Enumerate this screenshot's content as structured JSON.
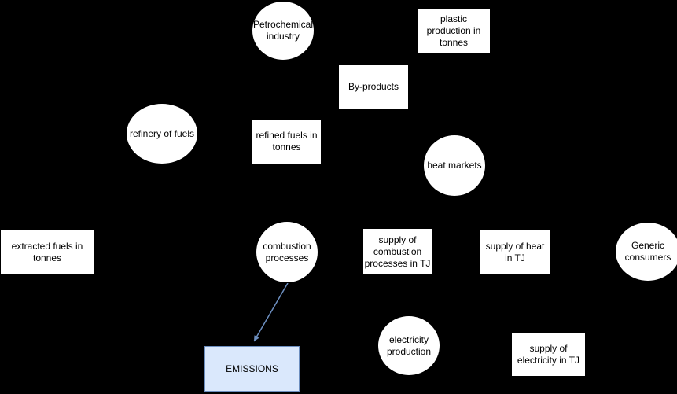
{
  "diagram": {
    "background_color": "#000000",
    "colors": {
      "node_fill": "#ffffff",
      "node_text": "#000000",
      "edge": "#6c8ebf",
      "emissions_fill": "#dae8fc",
      "emissions_border": "#6c8ebf"
    },
    "nodes": {
      "petrochemical_industry": {
        "label": "Petrochemical industry",
        "shape": "ellipse"
      },
      "plastic_production": {
        "label": "plastic production in tonnes",
        "shape": "rectangle"
      },
      "by_products": {
        "label": "By-products",
        "shape": "rectangle"
      },
      "refinery_of_fuels": {
        "label": "refinery of fuels",
        "shape": "ellipse"
      },
      "refined_fuels": {
        "label": "refined fuels in tonnes",
        "shape": "rectangle"
      },
      "heat_markets": {
        "label": "heat markets",
        "shape": "ellipse"
      },
      "extracted_fuels": {
        "label": "extracted fuels in tonnes",
        "shape": "rectangle"
      },
      "combustion_processes": {
        "label": "combustion processes",
        "shape": "ellipse"
      },
      "supply_combustion": {
        "label": "supply of combustion processes in TJ",
        "shape": "rectangle"
      },
      "supply_heat": {
        "label": "supply of heat in TJ",
        "shape": "rectangle"
      },
      "generic_consumers": {
        "label": "Generic consumers",
        "shape": "ellipse"
      },
      "electricity_production": {
        "label": "electricity production",
        "shape": "ellipse"
      },
      "supply_electricity": {
        "label": "supply of electricity in TJ",
        "shape": "rectangle"
      },
      "emissions": {
        "label": "EMISSIONS",
        "shape": "rectangle",
        "fill": "#dae8fc",
        "border": "#6c8ebf"
      }
    },
    "edges": [
      {
        "from": "combustion_processes",
        "to": "emissions",
        "color": "#6c8ebf",
        "arrow": "end"
      }
    ]
  }
}
